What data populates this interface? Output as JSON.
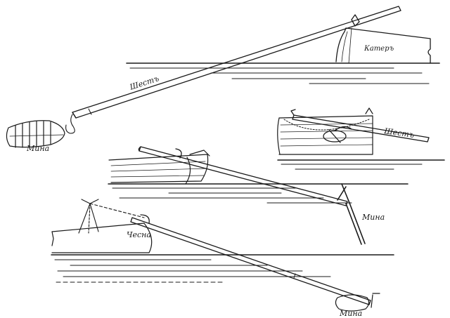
{
  "labels": {
    "shest_top": "Шестъ",
    "kater": "Катеръ",
    "mina_left": "Мина",
    "shest_right": "Шестъ",
    "mina_middle": "Мина",
    "chesna": "Чесна",
    "mina_bottom": "Мина"
  },
  "colors": {
    "ink": "#1a1a1a",
    "paper": "#ffffff"
  }
}
